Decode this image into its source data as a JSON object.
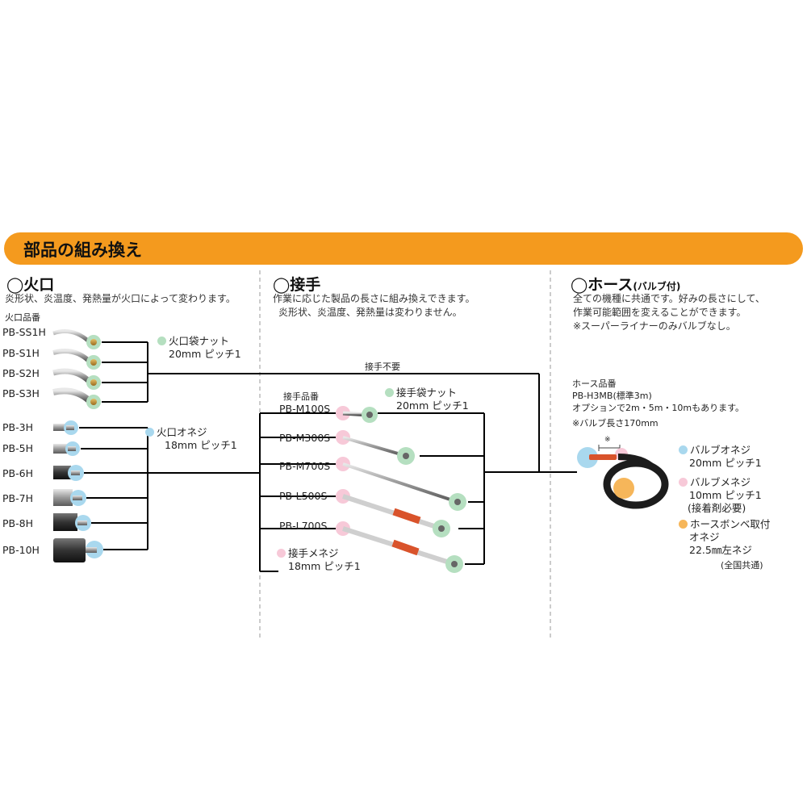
{
  "banner": {
    "title": "部品の組み換え"
  },
  "colors": {
    "banner": "#f49a1e",
    "green": "#b5dfc0",
    "blue": "#a9d8ee",
    "pink": "#f7c9d8",
    "orange": "#f6b65a",
    "line": "#000000",
    "accent_red": "#d9532b"
  },
  "hiku": {
    "title": "◯火口",
    "description": "炎形状、炎温度、発熱量が火口によって変わります。",
    "part_no_label": "火口品番",
    "models": [
      "PB-SS1H",
      "PB-S1H",
      "PB-S2H",
      "PB-S3H",
      "PB-3H",
      "PB-5H",
      "PB-6H",
      "PB-7H",
      "PB-8H",
      "PB-10H"
    ],
    "nut_label": [
      "火口袋ナット",
      "20mm ピッチ1"
    ],
    "screw_label": [
      "火口オネジ",
      "18mm ピッチ1"
    ]
  },
  "joint": {
    "title": "◯接手",
    "description": [
      "作業に応じた製品の長さに組み換えできます。",
      "炎形状、炎温度、発熱量は変わりません。"
    ],
    "not_required": "接手不要",
    "part_no_label": "接手品番",
    "models": [
      "PB-M100S",
      "PB-M300S",
      "PB-M700S",
      "PB-L500S",
      "PB-L700S"
    ],
    "nut_label": [
      "接手袋ナット",
      "20mm ピッチ1"
    ],
    "female_label": [
      "接手メネジ",
      "18mm ピッチ1"
    ]
  },
  "hose": {
    "title": "◯ホース",
    "title_sub": "(バルブ付)",
    "description": [
      "全ての機種に共通です。好みの長さにして、",
      "作業可能範囲を変えることができます。",
      "※スーパーライナーのみバルブなし。"
    ],
    "part_no_label": "ホース品番",
    "part_no": "PB-H3MB(標準3m)",
    "options": "オプションで2m・5m・10mもあります。",
    "valve_length": "※バルブ長さ170mm",
    "mark": "※",
    "legend": [
      {
        "color": "blue",
        "lines": [
          "バルブオネジ",
          "20mm ピッチ1"
        ]
      },
      {
        "color": "pink",
        "lines": [
          "バルブメネジ",
          "10mm ピッチ1",
          "(接着剤必要)"
        ]
      },
      {
        "color": "orange",
        "lines": [
          "ホースボンベ取付",
          "オネジ",
          "22.5㎜左ネジ"
        ]
      }
    ],
    "common_note": "(全国共通)"
  }
}
